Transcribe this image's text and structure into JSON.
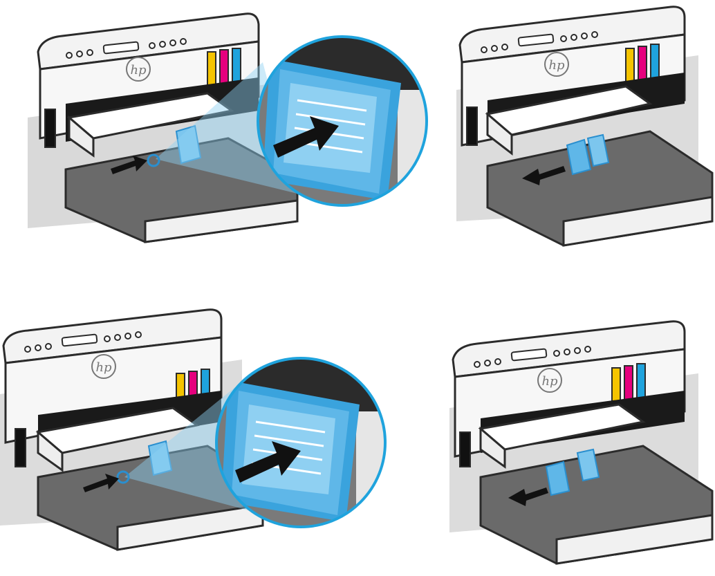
{
  "brand": {
    "logo_text": "hp"
  },
  "colors": {
    "outline": "#2b2b2b",
    "body": "#f6f6f6",
    "shadow": "#bdbdbd",
    "tray": "#5f5f5f",
    "tray_inner": "#8c8c8c",
    "guide": "#5fb7e8",
    "guide_dark": "#2a8fcf",
    "zoom_bg": "#7a7a7a",
    "ink_yellow": "#f5c400",
    "ink_magenta": "#e6007e",
    "ink_cyan": "#1fa3dd",
    "ink_black": "#111111",
    "arrow": "#111111"
  },
  "panels": [
    {
      "id": "top-left",
      "has_zoom": true,
      "arrow_direction": "right"
    },
    {
      "id": "top-right",
      "has_zoom": false,
      "arrow_direction": "left"
    },
    {
      "id": "bottom-left",
      "has_zoom": true,
      "arrow_direction": "right"
    },
    {
      "id": "bottom-right",
      "has_zoom": false,
      "arrow_direction": "left"
    }
  ]
}
